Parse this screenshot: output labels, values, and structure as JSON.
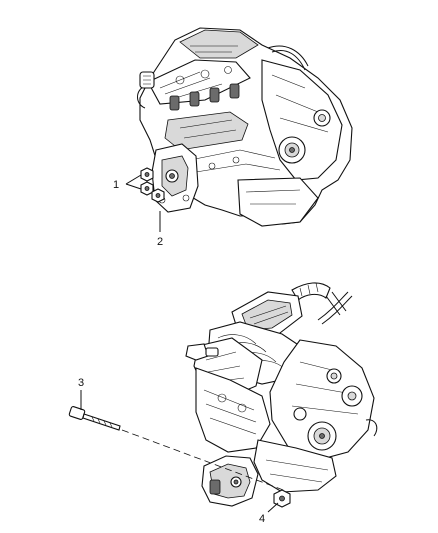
{
  "callouts": {
    "c1": "1",
    "c2": "2",
    "c3": "3",
    "c4": "4"
  },
  "colors": {
    "line": "#111111",
    "shade": "#d9d9d9",
    "dark": "#6b6b6b",
    "background": "#ffffff"
  }
}
